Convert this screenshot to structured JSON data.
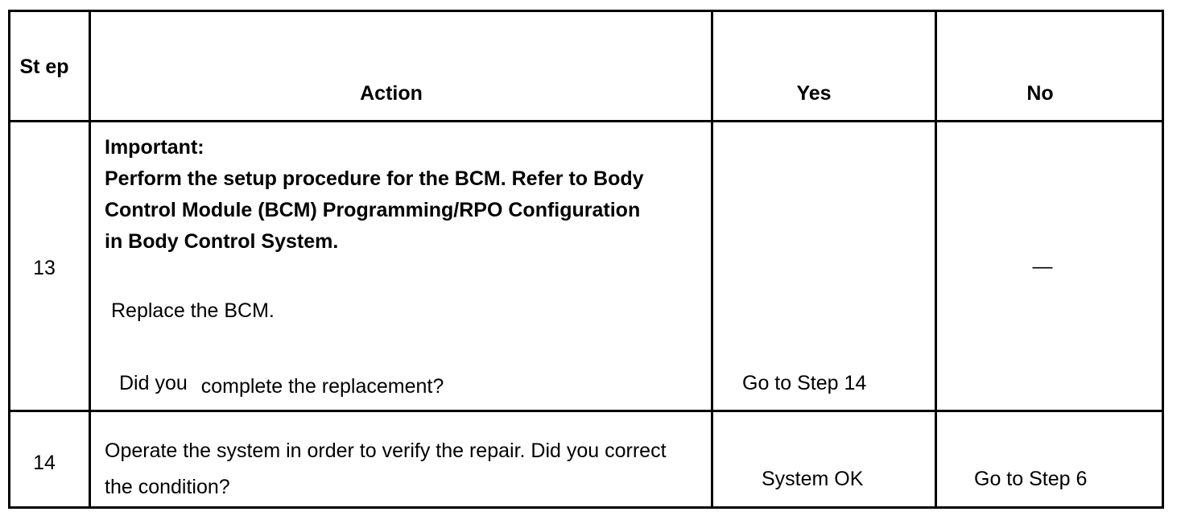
{
  "table": {
    "headers": {
      "step": "St ep",
      "action": "Action",
      "yes": "Yes",
      "no": "No"
    },
    "rows": [
      {
        "step": "13",
        "important_label": "Important:",
        "important_text": "Perform the setup procedure for the BCM. Refer to Body Control Module (BCM) Programming/RPO Configuration in Body Control System.",
        "instruction": "Replace the BCM.",
        "question_prefix": "Did you",
        "question_rest": "complete the replacement?",
        "yes": "Go to Step 14",
        "no": "—"
      },
      {
        "step": "14",
        "action": "Operate the system in order to verify the repair. Did you correct the condition?",
        "yes": "System OK",
        "no": "Go to Step 6"
      }
    ]
  }
}
